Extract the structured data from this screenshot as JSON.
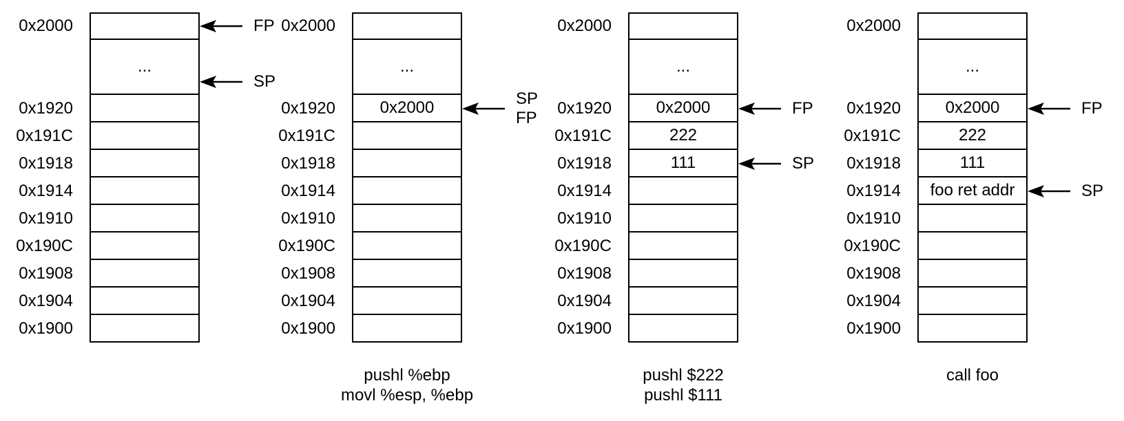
{
  "colors": {
    "ink": "#000000",
    "background": "#ffffff"
  },
  "diagrams": [
    {
      "caption_lines": [],
      "rows": [
        {
          "addr": "0x2000",
          "value": "",
          "pointer": {
            "labels": [
              "FP"
            ]
          }
        },
        {
          "addr": "",
          "value": "...",
          "tall": true,
          "pointer": {
            "labels": [
              "SP"
            ],
            "offset": 0.76
          }
        },
        {
          "addr": "0x1920",
          "value": ""
        },
        {
          "addr": "0x191C",
          "value": ""
        },
        {
          "addr": "0x1918",
          "value": ""
        },
        {
          "addr": "0x1914",
          "value": ""
        },
        {
          "addr": "0x1910",
          "value": ""
        },
        {
          "addr": "0x190C",
          "value": ""
        },
        {
          "addr": "0x1908",
          "value": ""
        },
        {
          "addr": "0x1904",
          "value": ""
        },
        {
          "addr": "0x1900",
          "value": ""
        }
      ]
    },
    {
      "caption_lines": [
        "pushl %ebp",
        "movl %esp, %ebp"
      ],
      "rows": [
        {
          "addr": "0x2000",
          "value": ""
        },
        {
          "addr": "",
          "value": "...",
          "tall": true
        },
        {
          "addr": "0x1920",
          "value": "0x2000",
          "pointer": {
            "labels": [
              "SP",
              "FP"
            ]
          }
        },
        {
          "addr": "0x191C",
          "value": ""
        },
        {
          "addr": "0x1918",
          "value": ""
        },
        {
          "addr": "0x1914",
          "value": ""
        },
        {
          "addr": "0x1910",
          "value": ""
        },
        {
          "addr": "0x190C",
          "value": ""
        },
        {
          "addr": "0x1908",
          "value": ""
        },
        {
          "addr": "0x1904",
          "value": ""
        },
        {
          "addr": "0x1900",
          "value": ""
        }
      ]
    },
    {
      "caption_lines": [
        "pushl $222",
        "pushl $111"
      ],
      "rows": [
        {
          "addr": "0x2000",
          "value": ""
        },
        {
          "addr": "",
          "value": "...",
          "tall": true
        },
        {
          "addr": "0x1920",
          "value": "0x2000",
          "pointer": {
            "labels": [
              "FP"
            ]
          }
        },
        {
          "addr": "0x191C",
          "value": "222"
        },
        {
          "addr": "0x1918",
          "value": "111",
          "pointer": {
            "labels": [
              "SP"
            ]
          }
        },
        {
          "addr": "0x1914",
          "value": ""
        },
        {
          "addr": "0x1910",
          "value": ""
        },
        {
          "addr": "0x190C",
          "value": ""
        },
        {
          "addr": "0x1908",
          "value": ""
        },
        {
          "addr": "0x1904",
          "value": ""
        },
        {
          "addr": "0x1900",
          "value": ""
        }
      ]
    },
    {
      "caption_lines": [
        "call foo"
      ],
      "rows": [
        {
          "addr": "0x2000",
          "value": ""
        },
        {
          "addr": "",
          "value": "...",
          "tall": true
        },
        {
          "addr": "0x1920",
          "value": "0x2000",
          "pointer": {
            "labels": [
              "FP"
            ]
          }
        },
        {
          "addr": "0x191C",
          "value": "222"
        },
        {
          "addr": "0x1918",
          "value": "111"
        },
        {
          "addr": "0x1914",
          "value": "foo ret addr",
          "pointer": {
            "labels": [
              "SP"
            ]
          }
        },
        {
          "addr": "0x1910",
          "value": ""
        },
        {
          "addr": "0x190C",
          "value": ""
        },
        {
          "addr": "0x1908",
          "value": ""
        },
        {
          "addr": "0x1904",
          "value": ""
        },
        {
          "addr": "0x1900",
          "value": ""
        }
      ]
    }
  ]
}
